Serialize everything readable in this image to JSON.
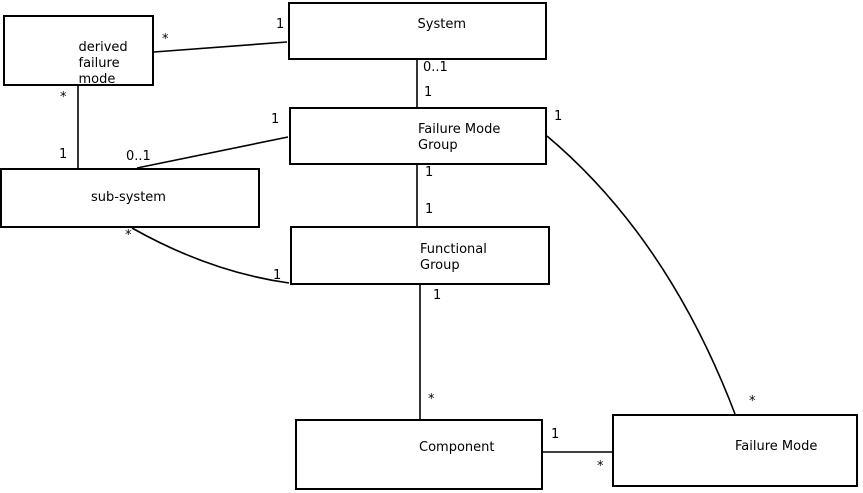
{
  "diagram": {
    "type": "uml-class-diagram",
    "background_color": "#ffffff",
    "stroke_color": "#000000",
    "entities": {
      "derived_failure_mode": {
        "lines": [
          "derived",
          "failure",
          "mode"
        ]
      },
      "system": {
        "lines": [
          "System"
        ]
      },
      "failure_mode_group": {
        "lines": [
          "Failure Mode",
          "Group"
        ]
      },
      "sub_system": {
        "lines": [
          "sub-system"
        ]
      },
      "functional_group": {
        "lines": [
          "Functional",
          "Group"
        ]
      },
      "component": {
        "lines": [
          "Component"
        ]
      },
      "failure_mode": {
        "lines": [
          "Failure Mode"
        ]
      }
    },
    "associations": [
      {
        "from": "derived_failure_mode",
        "to": "system",
        "from_mult": "*",
        "to_mult": "1"
      },
      {
        "from": "system",
        "to": "failure_mode_group",
        "from_mult": "0..1",
        "to_mult": "1"
      },
      {
        "from": "failure_mode_group",
        "to": "sub_system",
        "from_mult": "1",
        "to_mult": "0..1"
      },
      {
        "from": "derived_failure_mode",
        "to": "sub_system",
        "from_mult": "*",
        "to_mult": "1"
      },
      {
        "from": "failure_mode_group",
        "to": "functional_group",
        "from_mult": "1",
        "to_mult": "1"
      },
      {
        "from": "sub_system",
        "to": "functional_group",
        "from_mult": "*",
        "to_mult": "1"
      },
      {
        "from": "functional_group",
        "to": "component",
        "from_mult": "1",
        "to_mult": "*"
      },
      {
        "from": "component",
        "to": "failure_mode",
        "from_mult": "1",
        "to_mult": "*"
      },
      {
        "from": "failure_mode_group",
        "to": "failure_mode",
        "from_mult": "1",
        "to_mult": "*"
      }
    ]
  }
}
